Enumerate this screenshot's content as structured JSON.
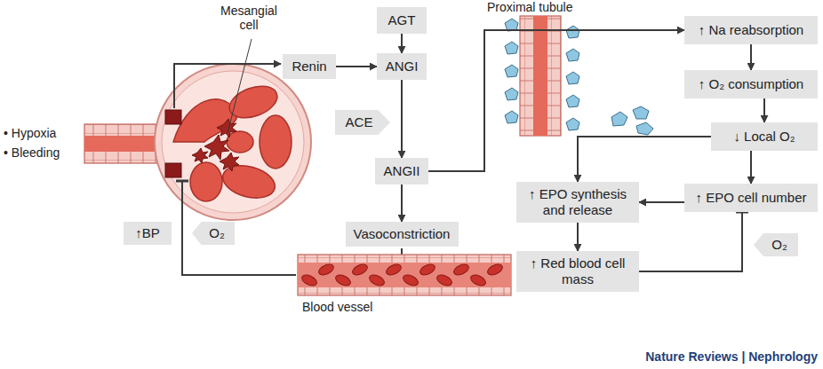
{
  "diagram": {
    "nodes": [
      {
        "text": [
          "Renin"
        ]
      },
      {
        "text": [
          "AGT"
        ]
      },
      {
        "text": [
          "ANGI"
        ]
      },
      {
        "text": [
          "ACE"
        ]
      },
      {
        "text": [
          "ANGII"
        ]
      },
      {
        "text": [
          "Vasoconstriction"
        ]
      },
      {
        "text": [
          "↑ Na reabsorption"
        ]
      },
      {
        "text": [
          "↑ O₂ consumption"
        ]
      },
      {
        "text": [
          "↓ Local O₂"
        ]
      },
      {
        "text": [
          "↑ EPO synthesis and release"
        ]
      },
      {
        "text": [
          "↑ EPO cell number"
        ]
      },
      {
        "text": [
          "↑ Red blood cell mass"
        ]
      },
      {
        "text": [
          "↑BP"
        ]
      },
      {
        "text": [
          "O₂"
        ]
      },
      {
        "text": [
          "O₂"
        ]
      }
    ],
    "edges": [
      {
        "from": 0,
        "to": 2,
        "arrow": "to"
      },
      {
        "from": 1,
        "to": 2,
        "arrow": "to"
      },
      {
        "from": 2,
        "to": 4,
        "arrow": "to"
      },
      {
        "from": 4,
        "to": 5,
        "arrow": "to"
      },
      {
        "from": 4,
        "to": 6,
        "arrow": "to"
      },
      {
        "from": 6,
        "to": 7,
        "arrow": "to"
      },
      {
        "from": 7,
        "to": 8,
        "arrow": "to"
      },
      {
        "from": 8,
        "to": 10,
        "arrow": "to"
      },
      {
        "from": 10,
        "to": 9,
        "arrow": "to"
      },
      {
        "from": 9,
        "to": 11,
        "arrow": "to"
      },
      {
        "from": 8,
        "to": 9,
        "arrow": "to"
      },
      {
        "from": 11,
        "to": 10,
        "arrow": "to"
      }
    ],
    "labels": [
      "Mesangial cell",
      "• Hypoxia",
      "• Bleeding",
      "Proximal tubule",
      "Blood vessel",
      "Nature Reviews | Nephrology"
    ]
  }
}
